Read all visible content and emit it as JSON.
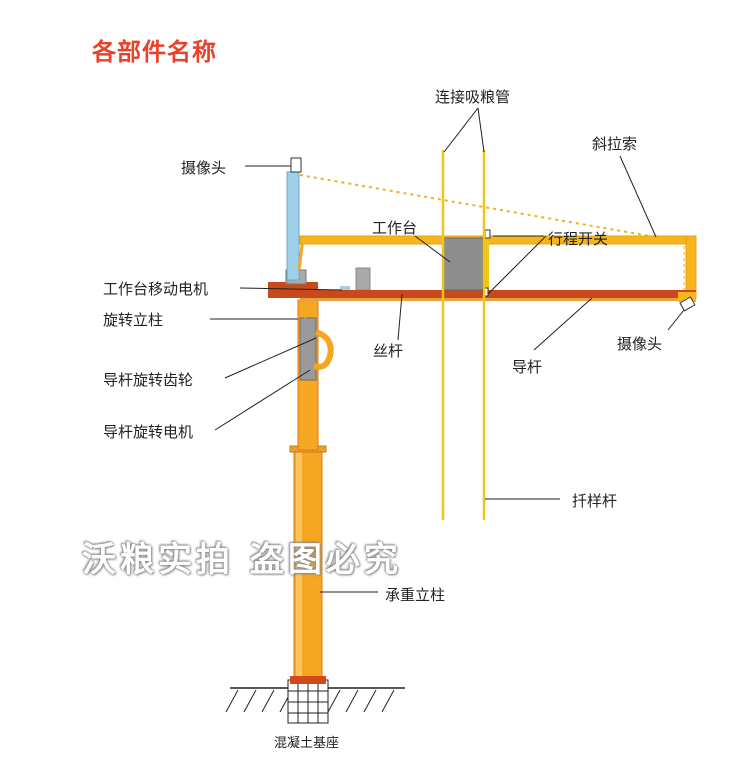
{
  "title": "各部件名称",
  "watermark": "沃粮实拍 盗图必究",
  "labels": {
    "camera_top": "摄像头",
    "connect_pipe": "连接吸粮管",
    "stay_cable": "斜拉索",
    "workbench": "工作台",
    "travel_switch": "行程开关",
    "workbench_motor": "工作台移动电机",
    "rotating_column": "旋转立柱",
    "lead_screw": "丝杆",
    "guide_rod": "导杆",
    "camera_right": "摄像头",
    "rod_gear": "导杆旋转齿轮",
    "rod_motor": "导杆旋转电机",
    "sampling_rod": "扦样杆",
    "bearing_column": "承重立柱",
    "foundation": "混凝土基座"
  },
  "colors": {
    "title": "#e8432a",
    "column": "#f5a623",
    "frame": "#f7b51d",
    "rod_red": "#c84a1a",
    "mast_blue": "#9fd0ea",
    "box_grey": "#8e8e8e",
    "pipe": "#f0c419"
  }
}
